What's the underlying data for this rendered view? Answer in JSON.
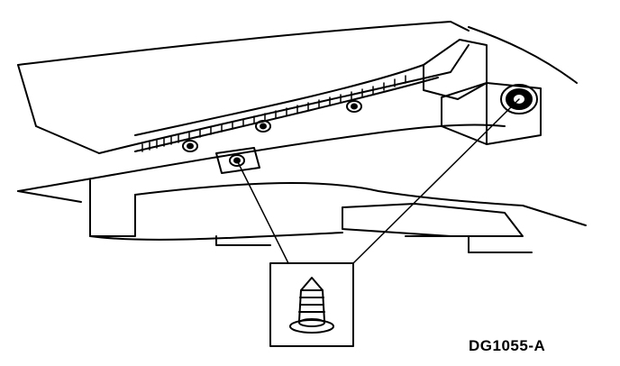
{
  "figure": {
    "id_label": "DG1055-A"
  },
  "parts": {
    "pushpin_fastener": "pushpin-fastener",
    "cowl_panel": "cowl-panel",
    "fender_apron": "fender-apron"
  },
  "colors": {
    "ink": "#000000",
    "paper": "#ffffff"
  }
}
